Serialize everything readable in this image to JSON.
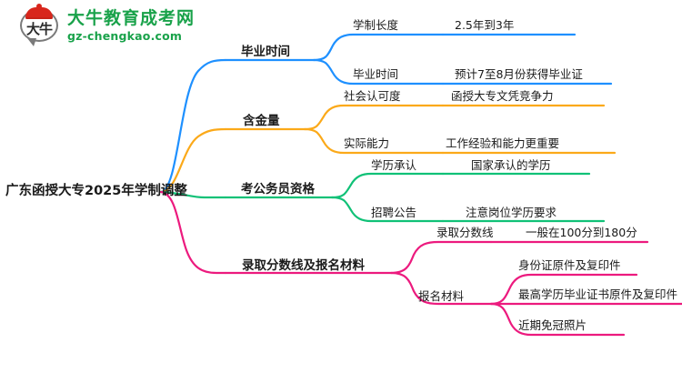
{
  "logo": {
    "badge_text": "大牛",
    "name": "大牛教育成考网",
    "domain": "gz-chengkao.com",
    "brand_color": "#19a24a",
    "badge_color": "#d8261c"
  },
  "mindmap": {
    "root": "广东函授大专2025年学制调整",
    "branch_colors": [
      "#1E90FF",
      "#FBA919",
      "#10C177",
      "#EC1A7E"
    ],
    "branches": [
      {
        "label": "毕业时间",
        "color": "#1E90FF",
        "children": [
          {
            "label": "学制长度",
            "leaves": [
              "2.5年到3年"
            ]
          },
          {
            "label": "毕业时间",
            "leaves": [
              "预计7至8月份获得毕业证"
            ]
          }
        ]
      },
      {
        "label": "含金量",
        "color": "#FBA919",
        "children": [
          {
            "label": "社会认可度",
            "leaves": [
              "函授大专文凭竞争力"
            ]
          },
          {
            "label": "实际能力",
            "leaves": [
              "工作经验和能力更重要"
            ]
          }
        ]
      },
      {
        "label": "考公务员资格",
        "color": "#10C177",
        "children": [
          {
            "label": "学历承认",
            "leaves": [
              "国家承认的学历"
            ]
          },
          {
            "label": "招聘公告",
            "leaves": [
              "注意岗位学历要求"
            ]
          }
        ]
      },
      {
        "label": "录取分数线及报名材料",
        "color": "#EC1A7E",
        "children": [
          {
            "label": "录取分数线",
            "leaves": [
              "一般在100分到180分"
            ]
          },
          {
            "label": "报名材料",
            "leaves": [
              "身份证原件及复印件",
              "最高学历毕业证书原件及复印件",
              "近期免冠照片"
            ]
          }
        ]
      }
    ]
  }
}
